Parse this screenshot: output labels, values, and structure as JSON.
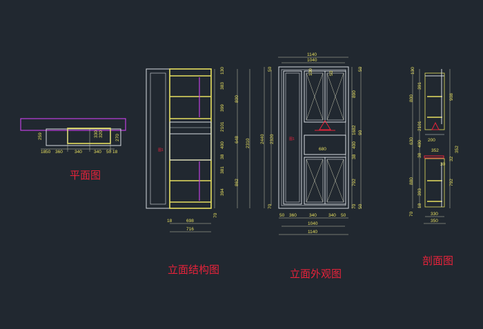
{
  "titles": {
    "plan": "平面图",
    "structure": "立面结构图",
    "exterior": "立面外观图",
    "section": "剖面图"
  },
  "plan_dims": {
    "bottom": [
      "18",
      "50",
      "360",
      "340",
      "340",
      "50",
      "18"
    ],
    "left": [
      "259"
    ],
    "right": [
      "270"
    ],
    "center": [
      "330",
      "320"
    ]
  },
  "structure_dims": {
    "right_inner": [
      "130",
      "383",
      "399",
      "2101",
      "400",
      "38",
      "381",
      "394",
      "70"
    ],
    "right_mid": [
      "800",
      "648",
      "862"
    ],
    "right_outer": [
      "2310"
    ],
    "bottom": [
      "18",
      "698",
      "716"
    ],
    "tag": "图1"
  },
  "exterior_dims": {
    "top": [
      "1140",
      "1040"
    ],
    "left": [
      "50",
      "2440",
      "2320",
      "70"
    ],
    "inner_top": [
      "100",
      "50"
    ],
    "center": [
      "680"
    ],
    "right_inner": [
      "890",
      "1682",
      "400",
      "38",
      "792",
      "70"
    ],
    "right_small": [
      "50",
      "90",
      "50",
      "50"
    ],
    "bottom": [
      "50",
      "360",
      "340",
      "340",
      "50"
    ],
    "bottom_totals": [
      "1040",
      "1140"
    ],
    "tag": "图1"
  },
  "section_dims": {
    "left": [
      "130",
      "800",
      "391",
      "2101",
      "400",
      "630",
      "38",
      "880",
      "393",
      "18",
      "70"
    ],
    "right": [
      "908",
      "32",
      "792",
      "352"
    ],
    "inner": [
      "200",
      "352",
      "30"
    ],
    "bottom": [
      "330",
      "350"
    ]
  }
}
